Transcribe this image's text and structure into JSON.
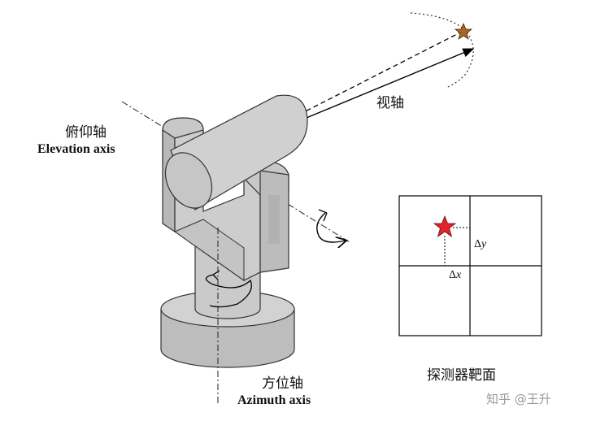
{
  "labels": {
    "elevation_cn": "俯仰轴",
    "elevation_en": "Elevation axis",
    "sight_axis": "视轴",
    "azimuth_cn": "方位轴",
    "azimuth_en": "Azimuth axis",
    "detector_plane": "探测器靶面",
    "delta_y_symbol": "Δ",
    "delta_y_var": "y",
    "delta_x_symbol": "Δ",
    "delta_x_var": "x"
  },
  "watermark": "知乎 @王升",
  "colors": {
    "body_gray": "#cfcfcf",
    "body_shade": "#b4b4b4",
    "outline": "#333333",
    "star_red": "#e0262b",
    "star_target": "#b0651e",
    "watermark": "#9a9a9a"
  },
  "icons": {
    "target_star": "star-icon",
    "detector_star": "star-icon",
    "elevation_rotation": "curved-arrow-icon",
    "azimuth_rotation": "curved-arrow-icon"
  }
}
